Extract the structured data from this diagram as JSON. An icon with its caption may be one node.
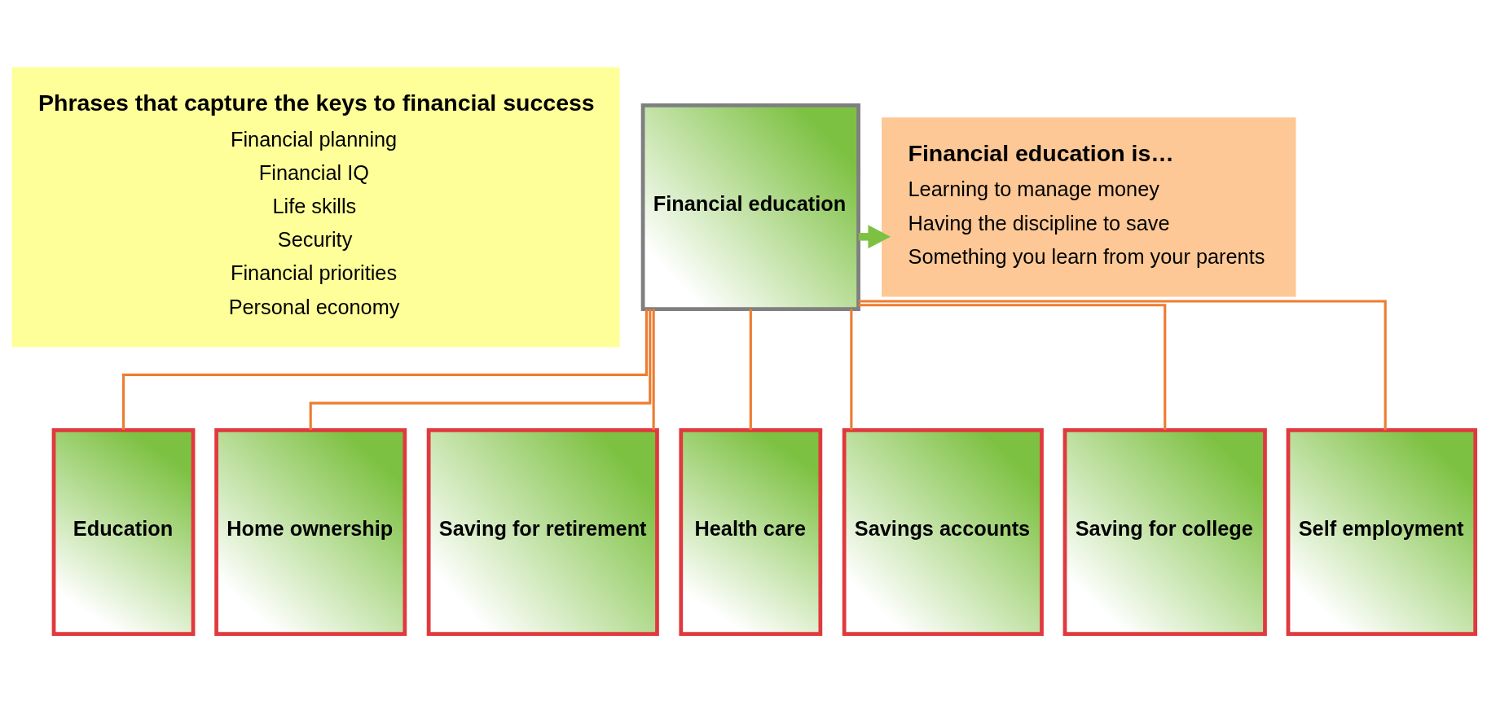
{
  "diagram": {
    "nodes": [
      {
        "text": [
          "Phrases that capture the keys to financial success",
          "Financial planning",
          "Financial IQ",
          "Life skills",
          "Security",
          "Financial priorities",
          "Personal economy"
        ]
      },
      {
        "text": [
          "Financial education"
        ]
      },
      {
        "text": [
          "Financial education is…",
          "Learning to manage money",
          "Having the discipline to save",
          "Something you learn from your parents"
        ]
      },
      {
        "text": [
          "Education"
        ]
      },
      {
        "text": [
          "Home ownership"
        ]
      },
      {
        "text": [
          "Saving for retirement"
        ]
      },
      {
        "text": [
          "Health care"
        ]
      },
      {
        "text": [
          "Savings accounts"
        ]
      },
      {
        "text": [
          "Saving for college"
        ]
      },
      {
        "text": [
          "Self employment"
        ]
      }
    ],
    "edges": [
      {
        "from": 1,
        "to": 2,
        "arrow": "to",
        "style": "thick",
        "color": "#7dc142"
      },
      {
        "from": 1,
        "to": 3,
        "arrow": "none"
      },
      {
        "from": 1,
        "to": 4,
        "arrow": "none"
      },
      {
        "from": 1,
        "to": 5,
        "arrow": "none"
      },
      {
        "from": 1,
        "to": 6,
        "arrow": "none"
      },
      {
        "from": 1,
        "to": 7,
        "arrow": "none"
      },
      {
        "from": 1,
        "to": 8,
        "arrow": "none"
      },
      {
        "from": 1,
        "to": 9,
        "arrow": "none"
      }
    ]
  }
}
